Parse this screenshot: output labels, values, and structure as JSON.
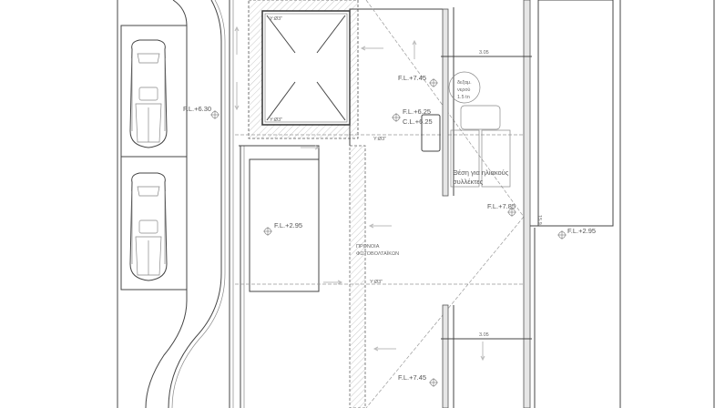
{
  "drawing": {
    "levels": {
      "fl_630": "F.L.+6.30",
      "fl_745_top": "F.L.+7.45",
      "fl_625": "F.L.+6.25",
      "cl_625": "C.L.+6.25",
      "fl_295_left": "F.L.+2.95",
      "fl_295_right": "F.L.+2.95",
      "fl_785": "F.L.+7.85",
      "fl_745_bottom": "F.L.+7.45"
    },
    "drains": {
      "top": "Y:Ø3\"",
      "bottom": "Y:Ø3\"",
      "sky_tl": "Y:Ø3\"",
      "sky_bl": "Y:Ø3\""
    },
    "dimensions": {
      "width_top": "3.05",
      "width_bottom": "3.05",
      "side": "15.9"
    },
    "notes": {
      "water_tank_line1": "δεξαμ.",
      "water_tank_line2": "νερού",
      "water_tank_line3": "1.5 tn",
      "solar_line1": "Θέση για ηλιακούς",
      "solar_line2": "συλλέκτες",
      "pv_line1": "ΠΡΟΝΟΙΑ",
      "pv_line2": "ΦΩΤΟΒΟΛΤΑΪΚΩΝ"
    },
    "colors": {
      "line": "#444444",
      "hatch": "#bbbbbb",
      "text": "#555555"
    }
  }
}
